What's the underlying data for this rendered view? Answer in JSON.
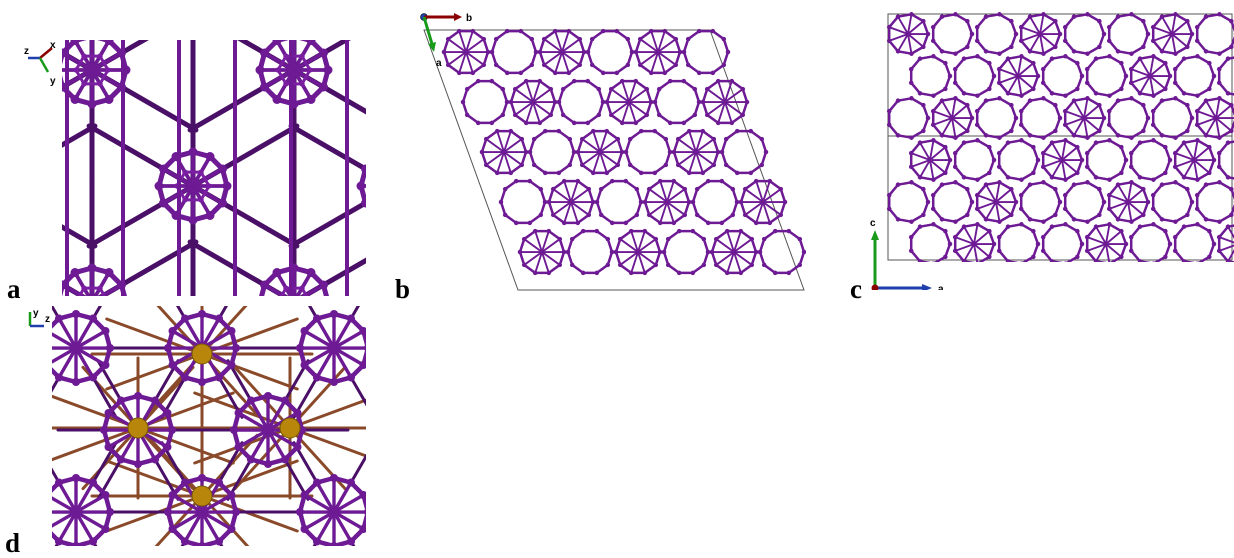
{
  "panels": [
    {
      "label": "a",
      "axes": [
        "z",
        "x",
        "y"
      ]
    },
    {
      "label": "b",
      "axes": [
        "b",
        "a"
      ]
    },
    {
      "label": "c",
      "axes": [
        "c",
        "a"
      ]
    },
    {
      "label": "d",
      "axes": [
        "y",
        "z"
      ]
    }
  ],
  "colors": {
    "atom": "#7a1fa2",
    "bond": "#6d1a94",
    "bond_dark": "#4a0f66",
    "dopant": "#b8860b",
    "axis_red": "#8b0000",
    "axis_green": "#1a9a1a",
    "axis_blue": "#1f3fae"
  }
}
